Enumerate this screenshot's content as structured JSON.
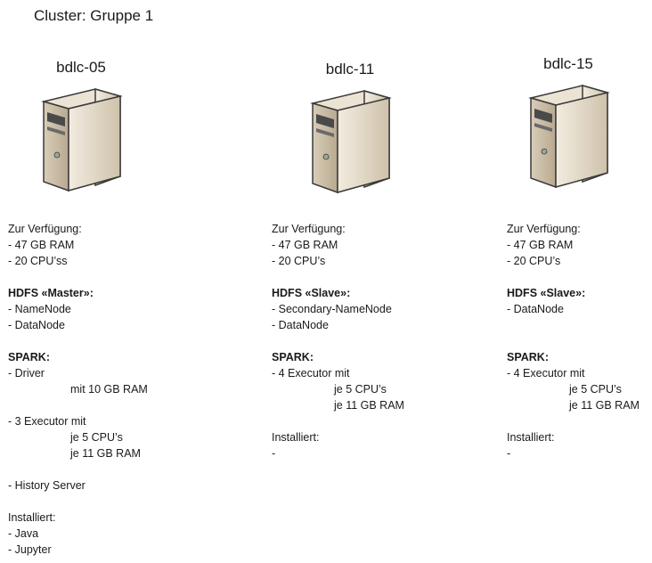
{
  "cluster_title": "Cluster: Gruppe 1",
  "nodes": [
    {
      "name": "bdlc-05",
      "lines": [
        "Zur Verfügung:",
        "- 47 GB RAM",
        "- 20 CPU’ss",
        "",
        "HDFS «Master»:",
        "- NameNode",
        "- DataNode",
        "",
        "SPARK:",
        "- Driver",
        "mit 10 GB RAM",
        "",
        "- 3 Executor mit",
        "je 5 CPU’s",
        "je 11 GB RAM",
        "",
        "- History Server",
        "",
        "Installiert:",
        "- Java",
        "- Jupyter"
      ]
    },
    {
      "name": "bdlc-11",
      "lines": [
        "Zur Verfügung:",
        "- 47 GB RAM",
        "- 20 CPU’s",
        "",
        "HDFS «Slave»:",
        "- Secondary-NameNode",
        "- DataNode",
        "",
        "SPARK:",
        "- 4 Executor mit",
        "je 5 CPU’s",
        "je 11 GB RAM",
        "",
        "Installiert:",
        "-"
      ]
    },
    {
      "name": "bdlc-15",
      "lines": [
        "Zur Verfügung:",
        "- 47 GB RAM",
        "- 20 CPU’s",
        "",
        "HDFS «Slave»:",
        "- DataNode",
        "",
        "",
        "SPARK:",
        "- 4 Executor mit",
        "je 5 CPU’s",
        "je 11 GB RAM",
        "",
        "Installiert:",
        "-"
      ]
    }
  ]
}
